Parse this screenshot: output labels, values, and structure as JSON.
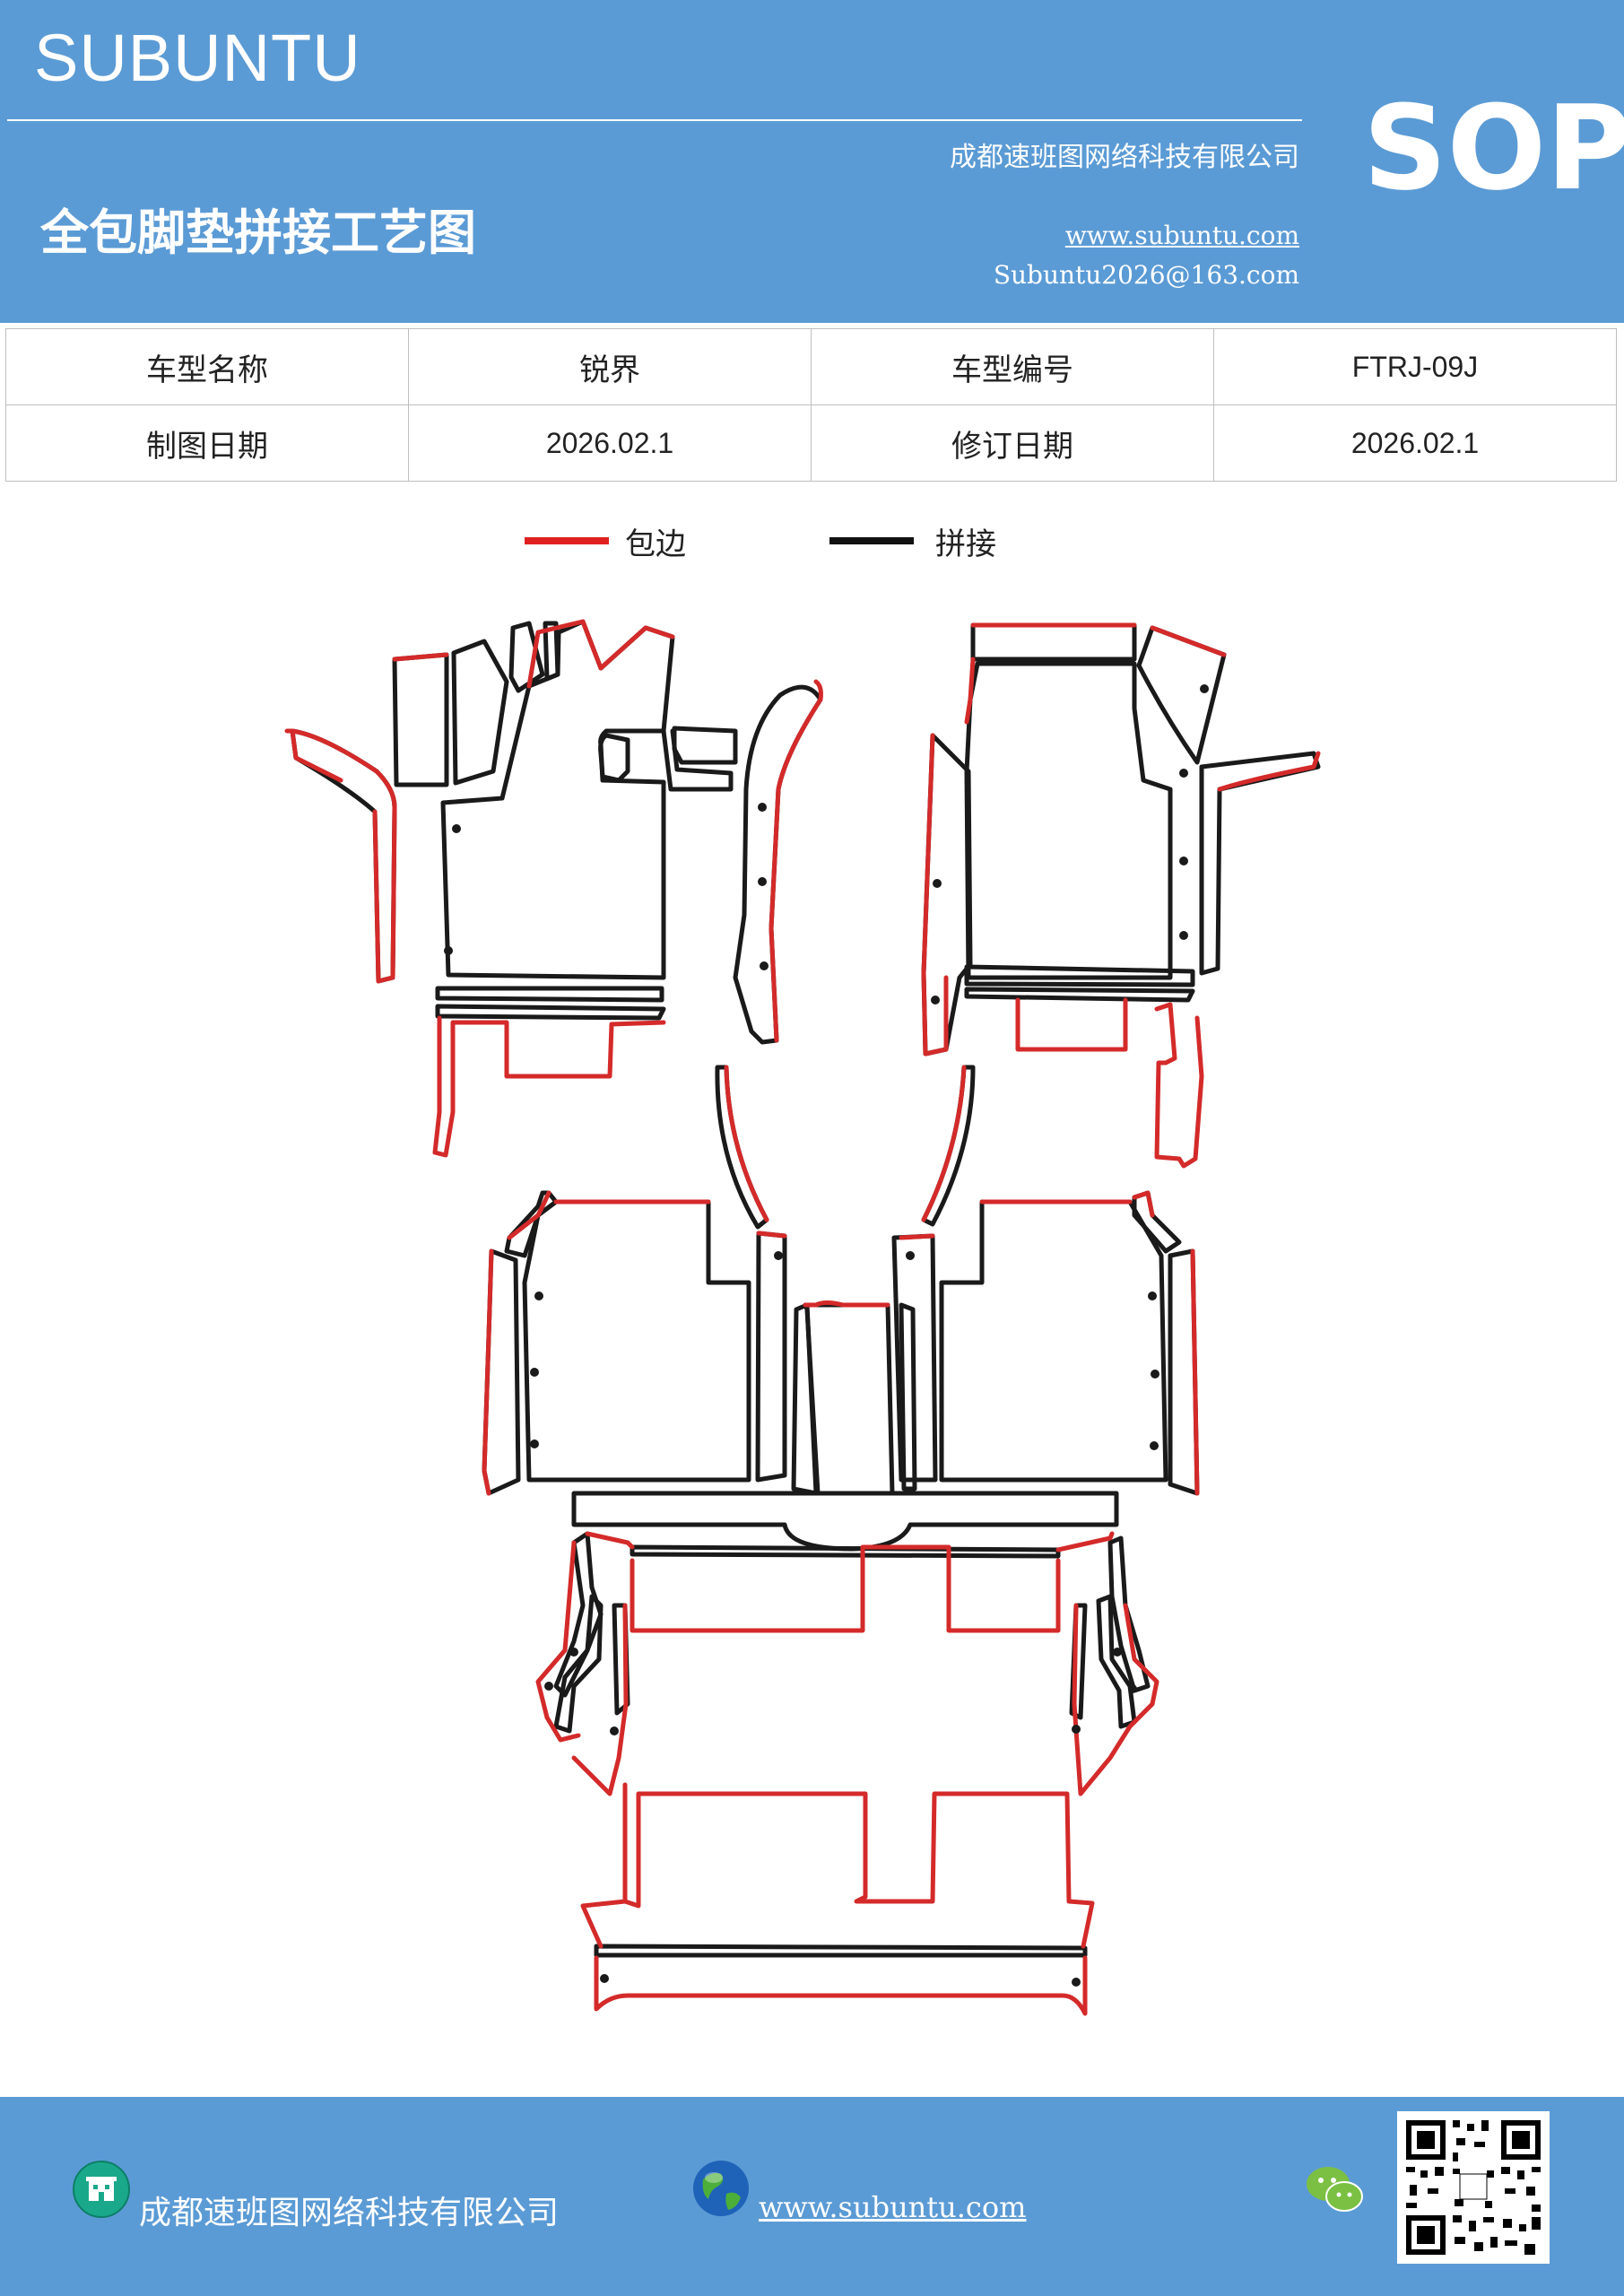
{
  "header": {
    "brand": "SUBUNTU",
    "company": "成都速班图网络科技有限公司",
    "badge": "SOP",
    "title": "全包脚垫拼接工艺图",
    "website": "www.subuntu.com",
    "email": "Subuntu2026@163.com"
  },
  "info_table": {
    "rows": [
      [
        "车型名称",
        "锐界",
        "车型编号",
        "FTRJ-09J"
      ],
      [
        "制图日期",
        "2026.02.1",
        "修订日期",
        "2026.02.1"
      ]
    ]
  },
  "legend": {
    "edge_label": "包边",
    "edge_color": "#e02020",
    "join_label": "拼接",
    "join_color": "#111111"
  },
  "colors": {
    "brand_blue": "#5b9bd5",
    "edge_line": "#d42a2a",
    "join_line": "#1a1a1a"
  },
  "footer": {
    "company": "成都速班图网络科技有限公司",
    "website": "www.subuntu.com",
    "icons": [
      "building-icon",
      "globe-icon",
      "wechat-icon",
      "qr-code"
    ]
  }
}
